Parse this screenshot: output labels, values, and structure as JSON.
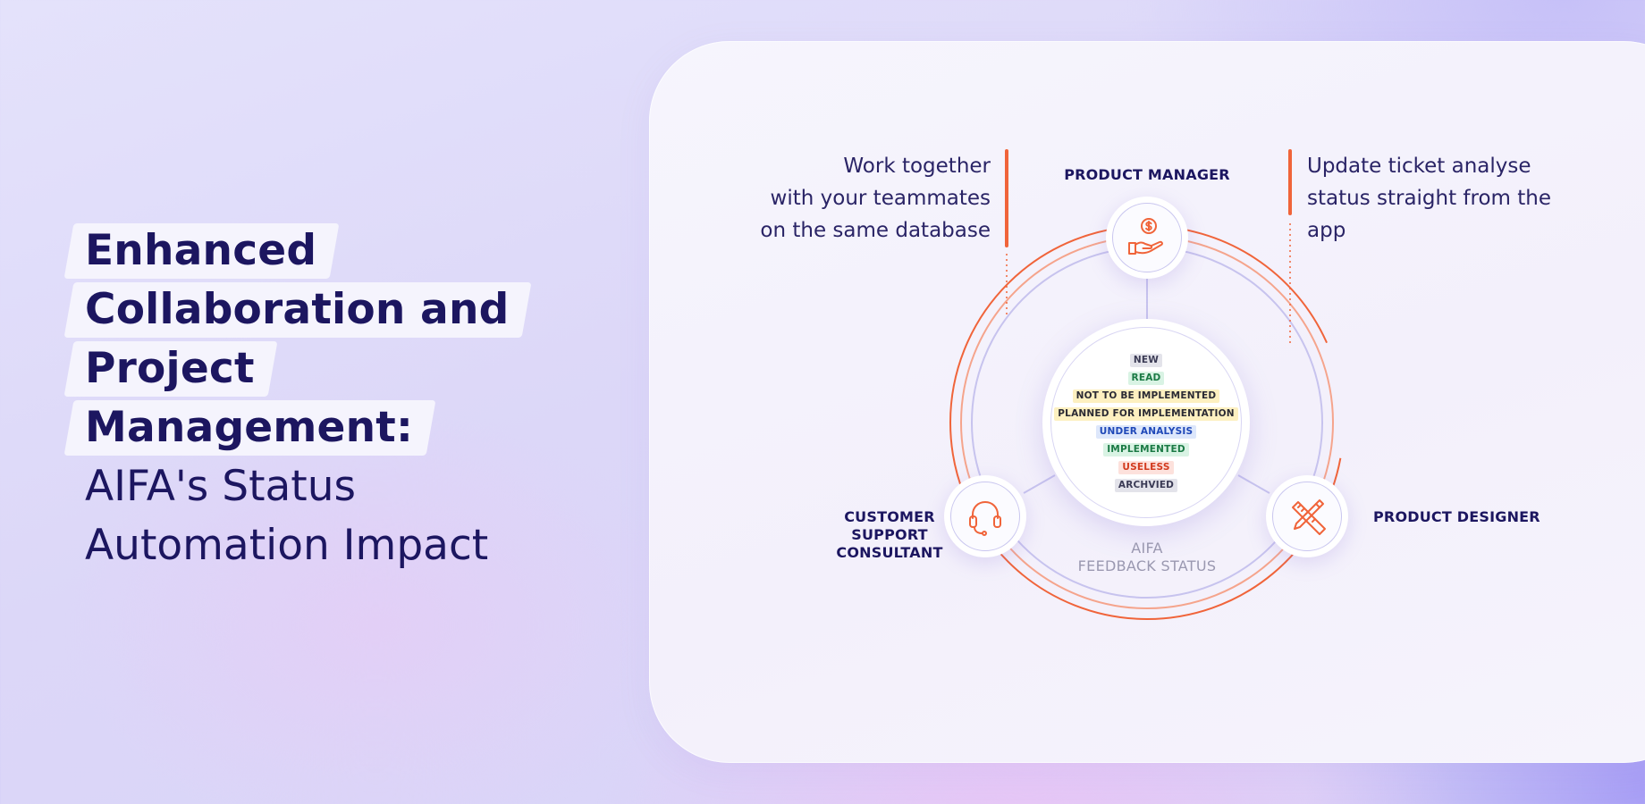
{
  "headline": {
    "lines": [
      "Enhanced",
      "Collaboration and",
      "Project",
      "Management:"
    ],
    "sub_lines": [
      "AIFA's Status",
      "Automation Impact"
    ]
  },
  "diagram": {
    "left_text": [
      "Work together",
      "with your teammates",
      "on the same database"
    ],
    "right_text": [
      "Update ticket analyse",
      "status straight from the",
      "app"
    ],
    "roles": {
      "top": "PRODUCT MANAGER",
      "left": [
        "CUSTOMER",
        "SUPPORT",
        "CONSULTANT"
      ],
      "right": "PRODUCT DESIGNER"
    },
    "statuses": [
      {
        "label": "NEW",
        "bg": "#e3e3ea",
        "fg": "#3b3b55"
      },
      {
        "label": "READ",
        "bg": "#d9f3e4",
        "fg": "#1b7a45"
      },
      {
        "label": "NOT TO BE IMPLEMENTED",
        "bg": "#fdf0c0",
        "fg": "#2a2a33"
      },
      {
        "label": "PLANNED FOR IMPLEMENTATION",
        "bg": "#fdf0c0",
        "fg": "#2a2a33"
      },
      {
        "label": "UNDER ANALYSIS",
        "bg": "#dde7fb",
        "fg": "#1f48b8"
      },
      {
        "label": "IMPLEMENTED",
        "bg": "#d9f3e4",
        "fg": "#1b7a45"
      },
      {
        "label": "USELESS",
        "bg": "#fde1dc",
        "fg": "#d23b1f"
      },
      {
        "label": "ARCHVIED",
        "bg": "#e3e3ea",
        "fg": "#3b3b55"
      }
    ],
    "caption": [
      "AIFA",
      "FEEDBACK STATUS"
    ],
    "colors": {
      "accent": "#f0643a",
      "ring": "#c7c3ee",
      "navy": "#1c1660"
    },
    "icons": {
      "top": "hand-coin-icon",
      "left": "headset-icon",
      "right": "pencil-ruler-icon"
    }
  }
}
